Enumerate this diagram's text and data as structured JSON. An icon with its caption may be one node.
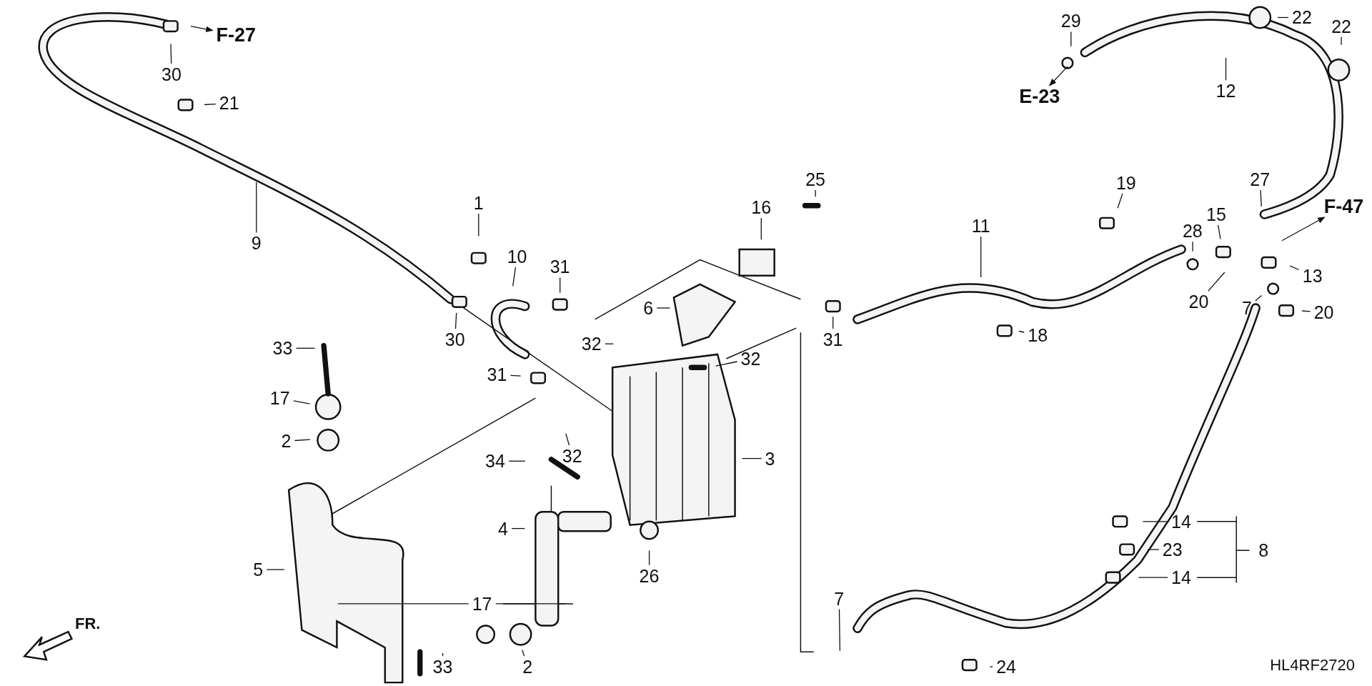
{
  "diagram": {
    "nodes": [
      {
        "text": [
          "30"
        ]
      },
      {
        "text": [
          "F-27"
        ]
      },
      {
        "text": [
          "21"
        ]
      },
      {
        "text": [
          "9"
        ]
      },
      {
        "text": [
          "1"
        ]
      },
      {
        "text": [
          "10"
        ]
      },
      {
        "text": [
          "31"
        ]
      },
      {
        "text": [
          "30"
        ]
      },
      {
        "text": [
          "33"
        ]
      },
      {
        "text": [
          "17"
        ]
      },
      {
        "text": [
          "2"
        ]
      },
      {
        "text": [
          "31"
        ]
      },
      {
        "text": [
          "32"
        ]
      },
      {
        "text": [
          "6"
        ]
      },
      {
        "text": [
          "16"
        ]
      },
      {
        "text": [
          "25"
        ]
      },
      {
        "text": [
          "32"
        ]
      },
      {
        "text": [
          "32"
        ]
      },
      {
        "text": [
          "3"
        ]
      },
      {
        "text": [
          "34"
        ]
      },
      {
        "text": [
          "4"
        ]
      },
      {
        "text": [
          "26"
        ]
      },
      {
        "text": [
          "5"
        ]
      },
      {
        "text": [
          "17"
        ]
      },
      {
        "text": [
          "33"
        ]
      },
      {
        "text": [
          "2"
        ]
      },
      {
        "text": [
          "7"
        ]
      },
      {
        "text": [
          "24"
        ]
      },
      {
        "text": [
          "31"
        ]
      },
      {
        "text": [
          "11"
        ]
      },
      {
        "text": [
          "19"
        ]
      },
      {
        "text": [
          "18"
        ]
      },
      {
        "text": [
          "28"
        ]
      },
      {
        "text": [
          "15"
        ]
      },
      {
        "text": [
          "27"
        ]
      },
      {
        "text": [
          "F-47"
        ]
      },
      {
        "text": [
          "13"
        ]
      },
      {
        "text": [
          "20"
        ]
      },
      {
        "text": [
          "7"
        ]
      },
      {
        "text": [
          "20"
        ]
      },
      {
        "text": [
          "29"
        ]
      },
      {
        "text": [
          "E-23"
        ]
      },
      {
        "text": [
          "12"
        ]
      },
      {
        "text": [
          "22"
        ]
      },
      {
        "text": [
          "22"
        ]
      },
      {
        "text": [
          "14"
        ]
      },
      {
        "text": [
          "23"
        ]
      },
      {
        "text": [
          "8"
        ]
      },
      {
        "text": [
          "14"
        ]
      }
    ],
    "edges": [
      {
        "from": 0,
        "to": null,
        "arrow": "none"
      },
      {
        "from": null,
        "to": 1,
        "arrow": "to"
      },
      {
        "from": 2,
        "to": null,
        "arrow": "none"
      },
      {
        "from": 3,
        "to": null,
        "arrow": "none"
      },
      {
        "from": 4,
        "to": null,
        "arrow": "none"
      },
      {
        "from": 5,
        "to": null,
        "arrow": "none"
      },
      {
        "from": 6,
        "to": null,
        "arrow": "none"
      },
      {
        "from": 7,
        "to": null,
        "arrow": "none"
      },
      {
        "from": 8,
        "to": null,
        "arrow": "none"
      },
      {
        "from": 9,
        "to": null,
        "arrow": "none"
      },
      {
        "from": 10,
        "to": null,
        "arrow": "none"
      },
      {
        "from": 11,
        "to": null,
        "arrow": "none"
      },
      {
        "from": 12,
        "to": null,
        "arrow": "none"
      },
      {
        "from": 13,
        "to": null,
        "arrow": "none"
      },
      {
        "from": 14,
        "to": null,
        "arrow": "none"
      },
      {
        "from": 15,
        "to": null,
        "arrow": "none"
      },
      {
        "from": 16,
        "to": null,
        "arrow": "none"
      },
      {
        "from": 17,
        "to": null,
        "arrow": "none"
      },
      {
        "from": 18,
        "to": null,
        "arrow": "none"
      },
      {
        "from": 19,
        "to": null,
        "arrow": "none"
      },
      {
        "from": 20,
        "to": null,
        "arrow": "none"
      },
      {
        "from": 21,
        "to": null,
        "arrow": "none"
      },
      {
        "from": 22,
        "to": null,
        "arrow": "none"
      },
      {
        "from": 23,
        "to": null,
        "arrow": "none"
      },
      {
        "from": 23,
        "to": null,
        "arrow": "none"
      },
      {
        "from": 24,
        "to": null,
        "arrow": "none"
      },
      {
        "from": 25,
        "to": null,
        "arrow": "none"
      },
      {
        "from": 26,
        "to": null,
        "arrow": "none"
      },
      {
        "from": 27,
        "to": null,
        "arrow": "none"
      },
      {
        "from": 28,
        "to": null,
        "arrow": "none"
      },
      {
        "from": 29,
        "to": null,
        "arrow": "none"
      },
      {
        "from": 30,
        "to": null,
        "arrow": "none"
      },
      {
        "from": 31,
        "to": null,
        "arrow": "none"
      },
      {
        "from": 32,
        "to": null,
        "arrow": "none"
      },
      {
        "from": 33,
        "to": null,
        "arrow": "none"
      },
      {
        "from": 34,
        "to": null,
        "arrow": "none"
      },
      {
        "from": null,
        "to": 35,
        "arrow": "to"
      },
      {
        "from": 36,
        "to": null,
        "arrow": "none"
      },
      {
        "from": 37,
        "to": null,
        "arrow": "none"
      },
      {
        "from": 38,
        "to": null,
        "arrow": "none"
      },
      {
        "from": 39,
        "to": null,
        "arrow": "none"
      },
      {
        "from": 40,
        "to": null,
        "arrow": "none"
      },
      {
        "from": null,
        "to": 41,
        "arrow": "to"
      },
      {
        "from": 42,
        "to": null,
        "arrow": "none"
      },
      {
        "from": 43,
        "to": null,
        "arrow": "none"
      },
      {
        "from": 44,
        "to": null,
        "arrow": "none"
      },
      {
        "from": 45,
        "to": null,
        "arrow": "none"
      },
      {
        "from": 46,
        "to": null,
        "arrow": "none"
      },
      {
        "from": 48,
        "to": null,
        "arrow": "none"
      }
    ],
    "labels": [
      "FR.",
      "HL4RF2720"
    ]
  }
}
